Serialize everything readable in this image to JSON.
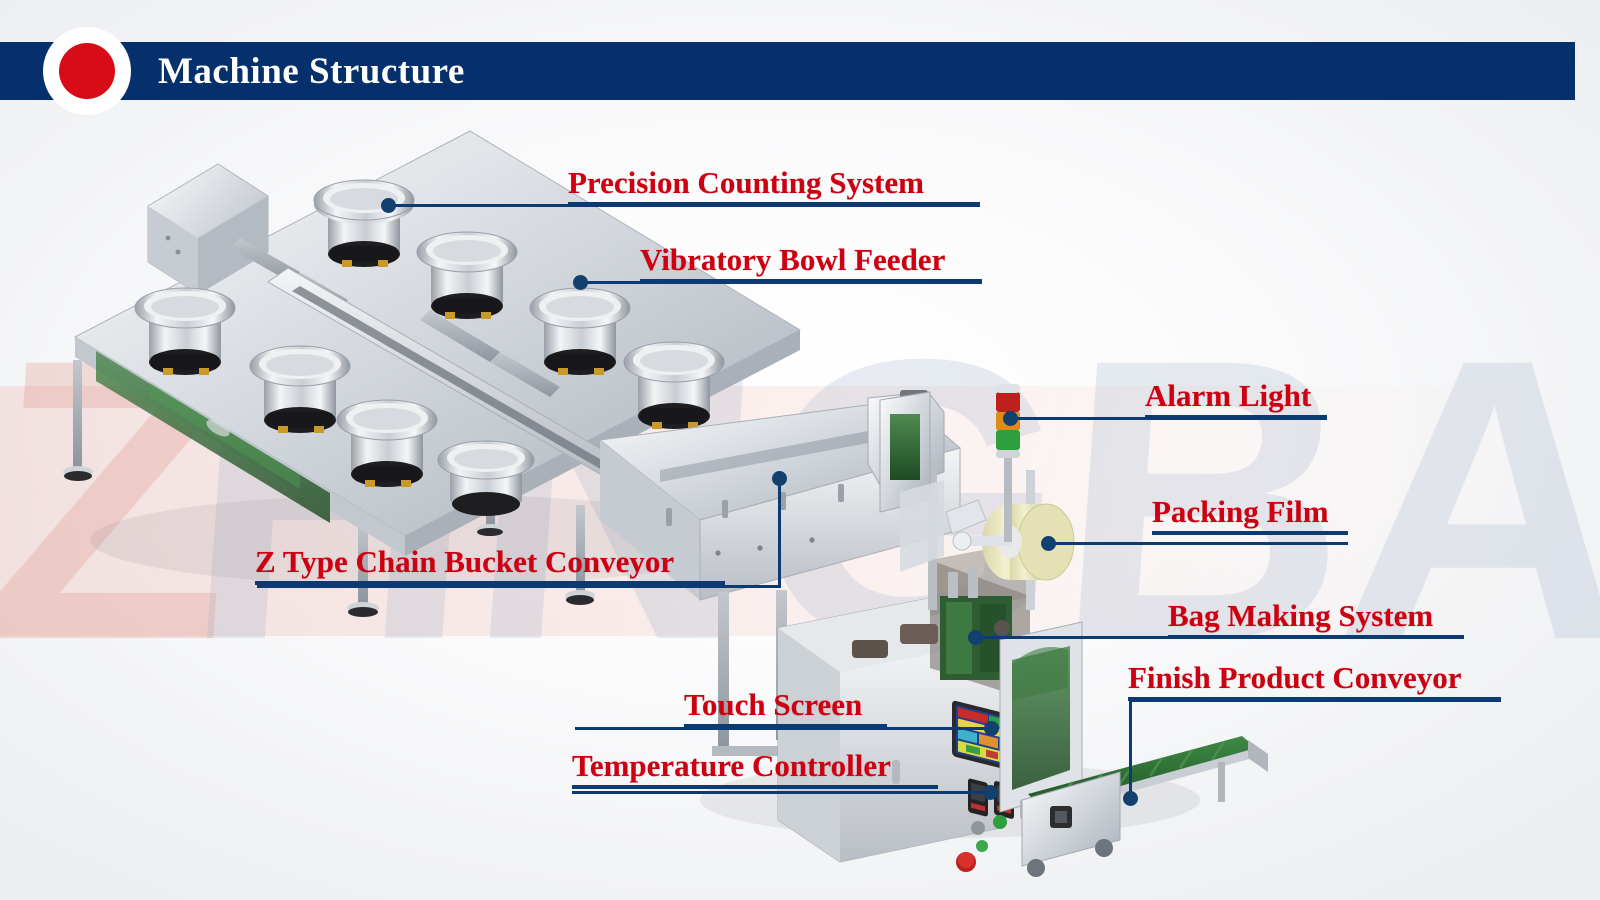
{
  "header": {
    "title": "Machine Structure",
    "bar_color": "#05306b",
    "flag_circle_color": "#ffffff",
    "flag_dot_color": "#d80c18",
    "icon": "red-circle-badge"
  },
  "theme": {
    "label_color": "#cc0011",
    "leader_color": "#0c3a72",
    "rule_color": "#0c3a72",
    "background": "#f2f3f5"
  },
  "watermark": {
    "text_accent": "Z",
    "text_rest": "HNGBAI",
    "accent_color": "#e1968c",
    "rest_color": "#96a8c4"
  },
  "callouts": [
    {
      "id": "precision-counting-system",
      "label": "Precision Counting System"
    },
    {
      "id": "vibratory-bowl-feeder",
      "label": "Vibratory Bowl Feeder"
    },
    {
      "id": "alarm-light",
      "label": "Alarm Light"
    },
    {
      "id": "packing-film",
      "label": "Packing Film"
    },
    {
      "id": "z-type-chain-bucket-conveyor",
      "label": "Z Type Chain Bucket Conveyor"
    },
    {
      "id": "bag-making-system",
      "label": "Bag Making System"
    },
    {
      "id": "finish-product-conveyor",
      "label": "Finish Product Conveyor"
    },
    {
      "id": "touch-screen",
      "label": "Touch Screen"
    },
    {
      "id": "temperature-controller",
      "label": "Temperature Controller"
    }
  ],
  "machine": {
    "alarm_light_colors": [
      "#c0201c",
      "#e08a18",
      "#2f9e3e"
    ],
    "conveyor_belt_color": "#2f6b34",
    "film_roll_color": "#eceac0",
    "frame_color": "#d8dbdf"
  }
}
